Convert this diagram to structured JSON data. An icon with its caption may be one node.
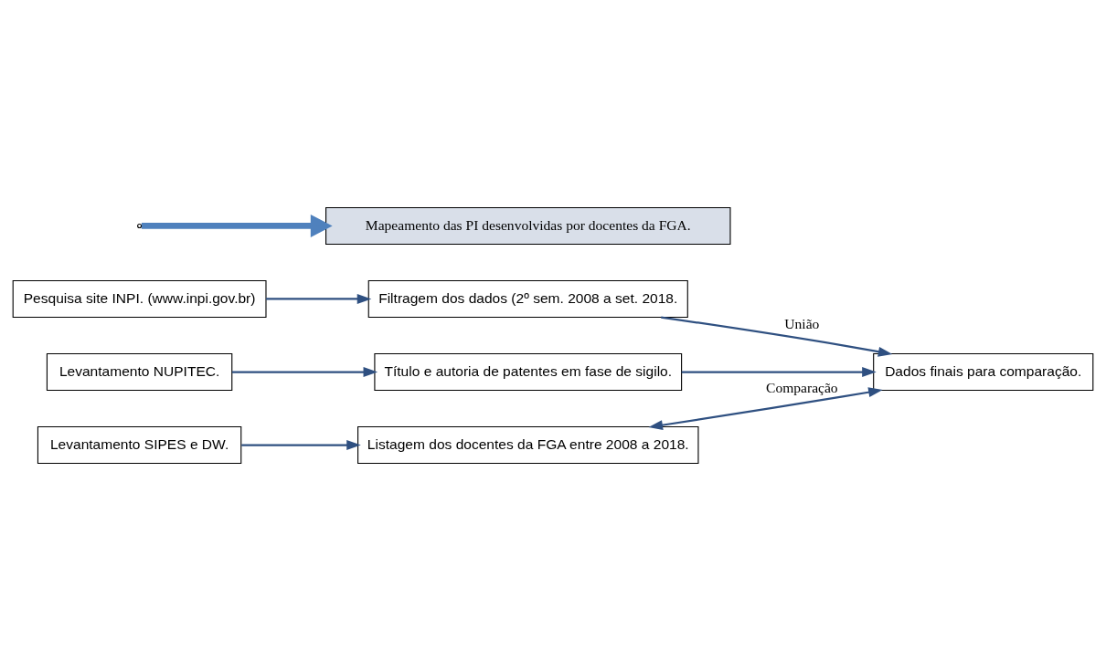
{
  "diagram": {
    "nodes": [
      {
        "text": [
          "Pesquisa site INPI. (www.inpi.gov.br)"
        ]
      },
      {
        "text": [
          "Filtragem dos dados (2º sem. 2008 a set. 2018."
        ]
      },
      {
        "text": [
          "Levantamento NUPITEC."
        ]
      },
      {
        "text": [
          "Título e autoria de patentes em fase de sigilo."
        ]
      },
      {
        "text": [
          "Levantamento SIPES e DW."
        ]
      },
      {
        "text": [
          "Listagem dos docentes da FGA entre 2008 a 2018."
        ]
      },
      {
        "text": [
          "Dados finais para comparação."
        ]
      },
      {
        "text": [
          "Mapeamento das PI desenvolvidas por docentes da FGA."
        ]
      }
    ],
    "edges": [
      {
        "from": 0,
        "to": 1,
        "arrow": "to"
      },
      {
        "from": 2,
        "to": 3,
        "arrow": "to"
      },
      {
        "from": 4,
        "to": 5,
        "arrow": "to"
      },
      {
        "from": 1,
        "to": 6,
        "arrow": "to",
        "label": "União"
      },
      {
        "from": 3,
        "to": 6,
        "arrow": "to"
      },
      {
        "from": 5,
        "to": 6,
        "arrow": "both",
        "label": "Comparação"
      },
      {
        "from": null,
        "to": 7,
        "arrow": "to",
        "style": "thick",
        "color": "#4f81bd"
      }
    ]
  }
}
